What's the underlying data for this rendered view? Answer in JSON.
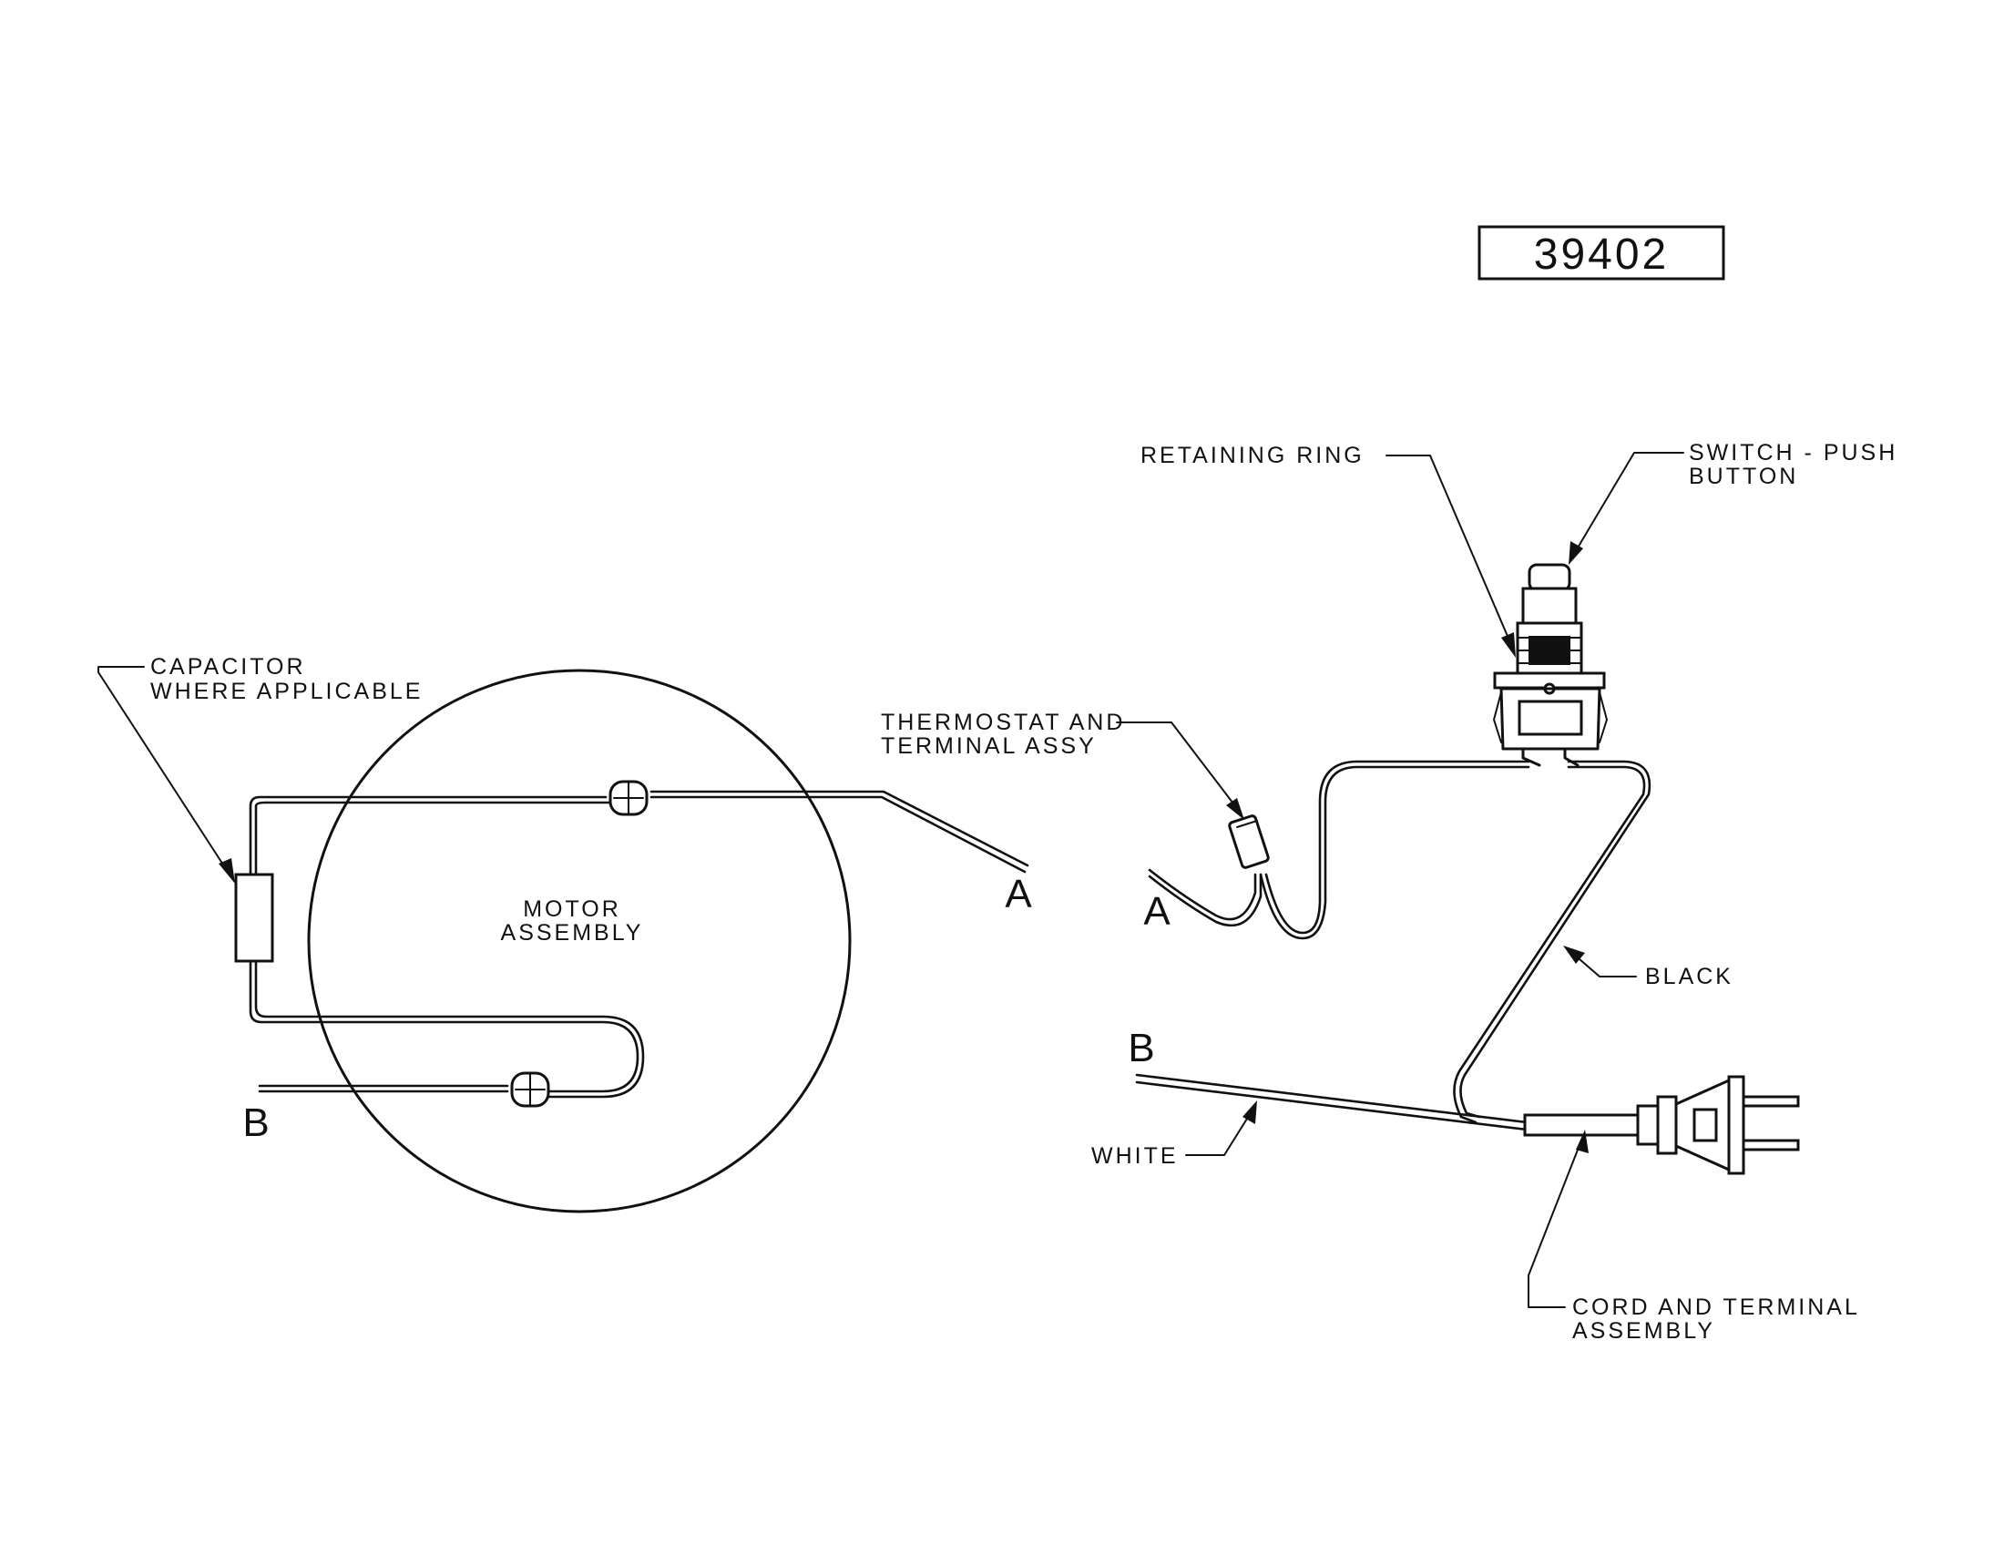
{
  "drawing_number": "39402",
  "labels": {
    "capacitor": [
      "CAPACITOR",
      "WHERE APPLICABLE"
    ],
    "motor": [
      "MOTOR",
      "ASSEMBLY"
    ],
    "retaining_ring": "RETAINING RING",
    "switch": [
      "SWITCH  -  PUSH",
      "BUTTON"
    ],
    "thermostat": [
      "THERMOSTAT AND",
      "TERMINAL ASSY"
    ],
    "black": "BLACK",
    "white": "WHITE",
    "cord": [
      "CORD AND  TERMINAL",
      "ASSEMBLY"
    ]
  },
  "connectors": {
    "a_left": "A",
    "b_left": "B",
    "a_right": "A",
    "b_right": "B"
  }
}
